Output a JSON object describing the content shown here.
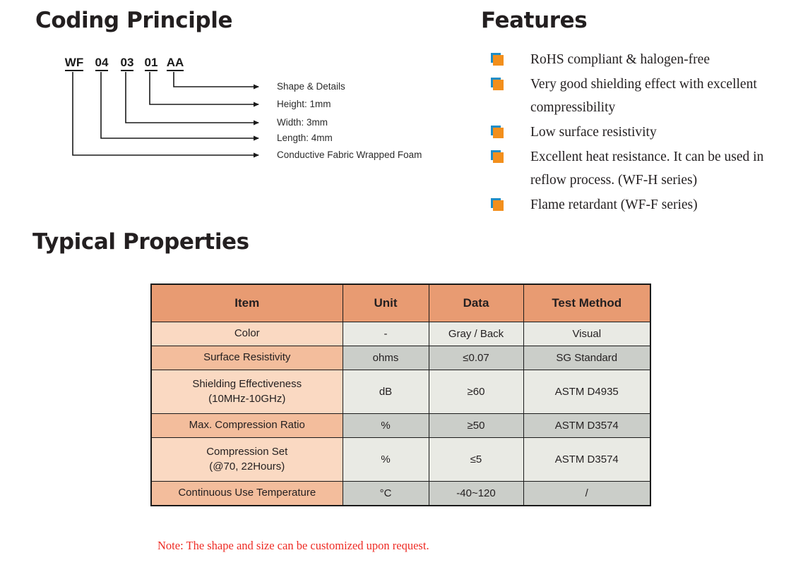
{
  "sections": {
    "coding_principle_title": "Coding Principle",
    "features_title": "Features",
    "typical_properties_title": "Typical Properties"
  },
  "coding_principle": {
    "tokens": [
      "WF",
      "04",
      "03",
      "01",
      "AA"
    ],
    "labels": [
      "Shape & Details",
      "Height: 1mm",
      "Width: 3mm",
      "Length: 4mm",
      "Conductive Fabric Wrapped Foam"
    ]
  },
  "features": {
    "bullet_front_color": "#f28f1c",
    "bullet_back_color": "#1f8dc6",
    "items": [
      "RoHS compliant & halogen-free",
      "Very good shielding effect with excellent compressibility",
      "Low surface resistivity",
      "Excellent heat resistance. It can be used in reflow process. (WF-H series)",
      "Flame retardant (WF-F series)"
    ]
  },
  "properties_table": {
    "header_color": "#e89b72",
    "headers": [
      "Item",
      "Unit",
      "Data",
      "Test Method"
    ],
    "rows": [
      {
        "item": "Color",
        "unit": "-",
        "data": "Gray / Back",
        "test": "Visual"
      },
      {
        "item": "Surface Resistivity",
        "unit": "ohms",
        "data": "≤0.07",
        "test": "SG Standard"
      },
      {
        "item": "Shielding Effectiveness\n(10MHz-10GHz)",
        "unit": "dB",
        "data": "≥60",
        "test": "ASTM D4935"
      },
      {
        "item": "Max. Compression Ratio",
        "unit": "%",
        "data": "≥50",
        "test": "ASTM D3574"
      },
      {
        "item": "Compression Set\n(@70, 22Hours)",
        "unit": "%",
        "data": "≤5",
        "test": "ASTM D3574"
      },
      {
        "item": "Continuous Use Temperature",
        "unit": "°C",
        "data": "-40~120",
        "test": "/"
      }
    ],
    "note": "Note: The shape and size can be customized upon request.",
    "note_color": "#ee2b24"
  }
}
